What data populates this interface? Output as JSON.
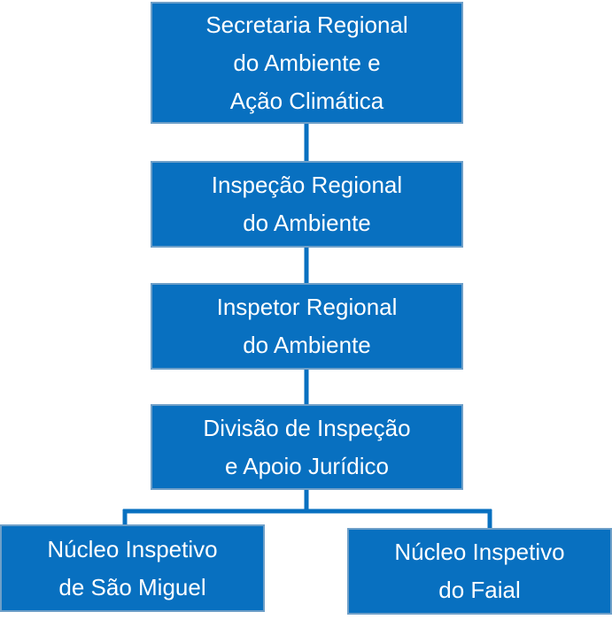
{
  "diagram": {
    "colors": {
      "box_fill": "#0870c0",
      "box_border": "#6e9fc8",
      "text": "#ffffff",
      "connector": "#0870c0"
    },
    "nodes": {
      "secretaria": {
        "line1": "Secretaria Regional",
        "line2": "do Ambiente e",
        "line3": "Ação Climática"
      },
      "inspecao": {
        "line1": "Inspeção Regional",
        "line2": "do Ambiente"
      },
      "inspetor": {
        "line1": "Inspetor Regional",
        "line2": "do Ambiente"
      },
      "divisao": {
        "line1": "Divisão de Inspeção",
        "line2": "e Apoio Jurídico"
      },
      "nucleo_sao_miguel": {
        "line1": "Núcleo Inspetivo",
        "line2": "de São Miguel"
      },
      "nucleo_faial": {
        "line1": "Núcleo Inspetivo",
        "line2": "do Faial"
      }
    }
  }
}
